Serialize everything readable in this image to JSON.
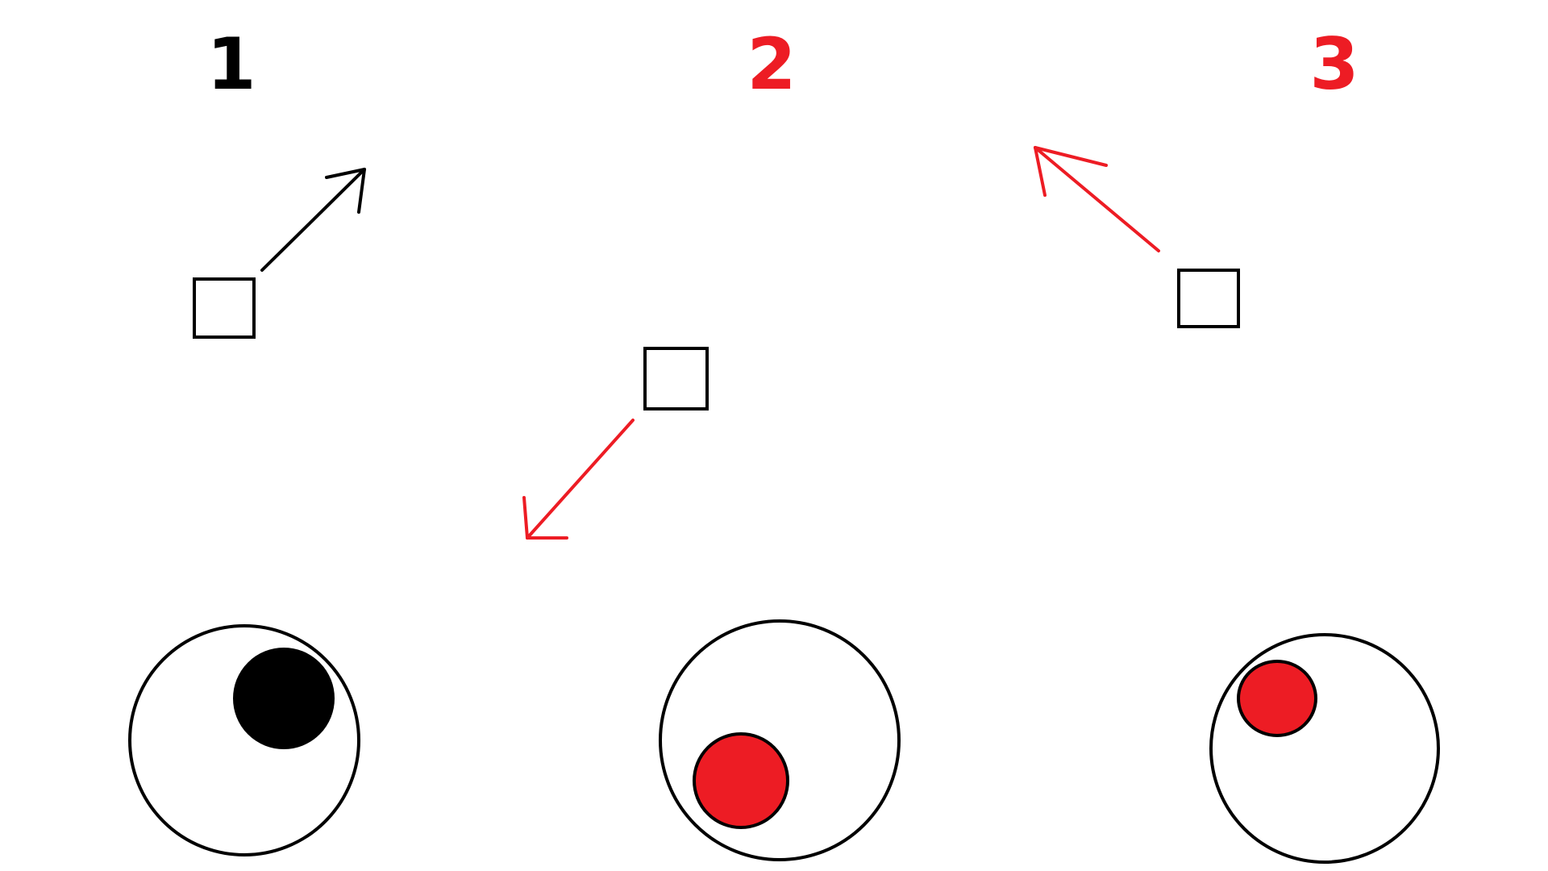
{
  "panels": [
    {
      "label": "1",
      "label_color": "#000000",
      "arrow_color": "#000000",
      "dot_color": "#000000",
      "direction": "up-right",
      "dot_quadrant": "upper-right"
    },
    {
      "label": "2",
      "label_color": "#ed1c24",
      "arrow_color": "#ed1c24",
      "dot_color": "#ed1c24",
      "direction": "down-left",
      "dot_quadrant": "lower-left"
    },
    {
      "label": "3",
      "label_color": "#ed1c24",
      "arrow_color": "#ed1c24",
      "dot_color": "#ed1c24",
      "direction": "up-left",
      "dot_quadrant": "upper-left"
    }
  ],
  "colors": {
    "outline": "#000000",
    "background": "#ffffff"
  }
}
